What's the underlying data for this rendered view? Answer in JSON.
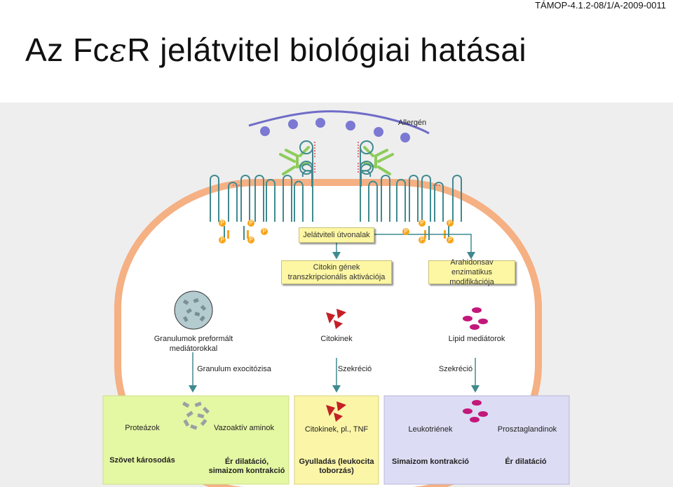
{
  "header": {
    "code": "TÁMOP-4.1.2-08/1/A-2009-0011",
    "title_pre": "Az Fc",
    "title_eps": "ε",
    "title_post": "R jelátvitel biológiai hatásai"
  },
  "diagram": {
    "allergen": "Allergén",
    "pathways": "Jelátviteli útvonalak",
    "phospho": "P",
    "cytokine_gene": "Citokin gének transzkripcionális aktivációja",
    "arachidonic": "Arahidonsav enzimatikus modifikációja",
    "granules": "Granulumok preformált mediátorokkal",
    "cytokines": "Citokinek",
    "lipid_mediators": "Lipid mediátorok",
    "granule_exocytosis": "Granulum exocitózisa",
    "secretion_1": "Szekréció",
    "secretion_2": "Szekréció"
  },
  "effects": {
    "green": {
      "proteases": "Proteázok",
      "vasoactive": "Vazoaktív aminok",
      "tissue_damage": "Szövet károsodás",
      "vasodilation": "Ér dilatáció, simaizom kontrakció"
    },
    "yellow": {
      "cytokines_tnf": "Citokinek, pl., TNF",
      "inflammation": "Gyulladás (leukocita toborzás)"
    },
    "lavender": {
      "leukotrienes": "Leukotriének",
      "prostaglandins": "Prosztaglandinok",
      "smooth_muscle": "Simaizom kontrakció",
      "vasodilation": "Ér dilatáció"
    }
  },
  "colors": {
    "panel_bg": "#eeeeee",
    "cell_membrane": "#f5b083",
    "receptor": "#3f8a8f",
    "allergen": "#7b79d3",
    "ige": "#8ccc5a",
    "phospho": "#f7a51b",
    "arrow": "#3f8a8f",
    "cytokine_red": "#c42026",
    "lipid_magenta": "#c2187a",
    "green_box": "#e4f7a3",
    "yellow_box": "#fbf5a8",
    "lavender_box": "#dcdcf4"
  }
}
